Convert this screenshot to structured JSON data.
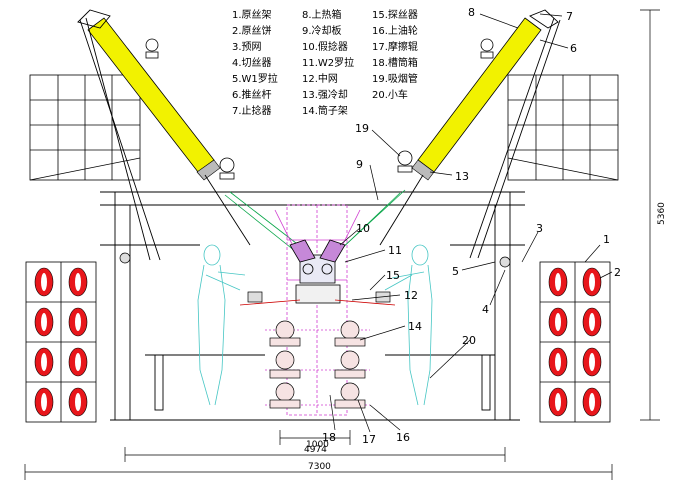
{
  "legend": [
    "1.原丝架",
    "2.原丝饼",
    "3.预网",
    "4.切丝器",
    "5.W1罗拉",
    "6.推丝杆",
    "7.止捻器",
    "8.上热箱",
    "9.冷却板",
    "10.假捻器",
    "11.W2罗拉",
    "12.中网",
    "13.强冷却",
    "14.筒子架",
    "15.探丝器",
    "16.上油轮",
    "17.摩擦辊",
    "18.槽筒箱",
    "19.吸烟管",
    "20.小车"
  ],
  "callouts": [
    "1",
    "2",
    "3",
    "4",
    "5",
    "6",
    "7",
    "8",
    "9",
    "10",
    "11",
    "12",
    "13",
    "14",
    "15",
    "16",
    "17",
    "18",
    "19",
    "20"
  ],
  "dimensions": {
    "height": "5360",
    "d1000": "1000",
    "d4974": "4974",
    "d7300": "7300"
  },
  "colors": {
    "heater": "#f2f200",
    "spool": "#e8161b",
    "yarn": "#0aa64a",
    "frame": "#d03bd0",
    "operator": "#46c6c4",
    "line": "#000000"
  }
}
